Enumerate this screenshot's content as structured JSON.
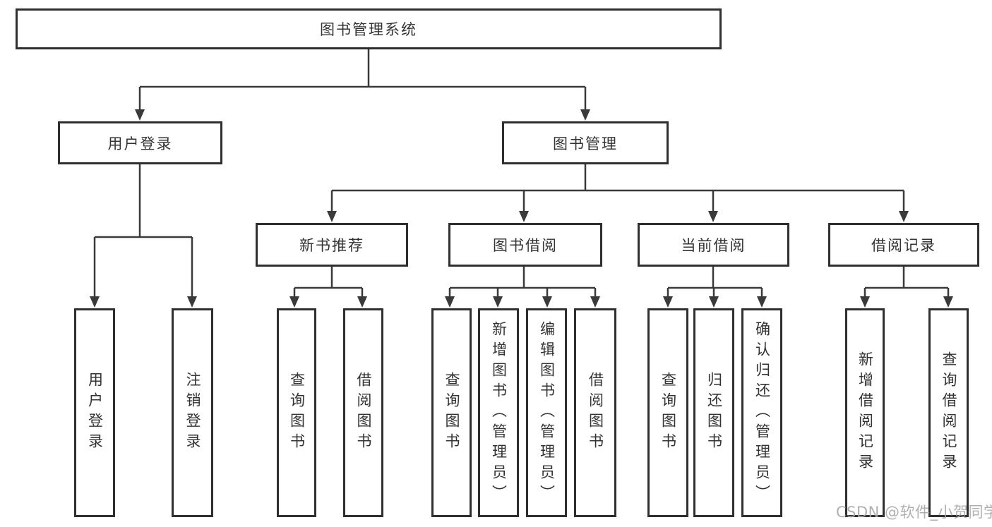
{
  "diagram": {
    "title": "图书管理系统",
    "type": "hierarchy-tree",
    "colors": {
      "line": "#3a3a3a",
      "box_border": "#2f2f2f",
      "box_fill": "#ffffff",
      "text": "#333333",
      "watermark_text": "#a8a8a8"
    },
    "watermark": "CSDN @软件_小贺同学"
  },
  "tree": {
    "label": "图书管理系统",
    "children": [
      {
        "label": "用户登录",
        "children": [
          {
            "label": "用户登录"
          },
          {
            "label": "注销登录"
          }
        ]
      },
      {
        "label": "图书管理",
        "children": [
          {
            "label": "新书推荐",
            "children": [
              {
                "label": "查询图书"
              },
              {
                "label": "借阅图书"
              }
            ]
          },
          {
            "label": "图书借阅",
            "children": [
              {
                "label": "查询图书"
              },
              {
                "label": "新增图书（管理员）"
              },
              {
                "label": "编辑图书（管理员）"
              },
              {
                "label": "借阅图书"
              }
            ]
          },
          {
            "label": "当前借阅",
            "children": [
              {
                "label": "查询图书"
              },
              {
                "label": "归还图书"
              },
              {
                "label": "确认归还（管理员）"
              }
            ]
          },
          {
            "label": "借阅记录",
            "children": [
              {
                "label": "新增借阅记录"
              },
              {
                "label": "查询借阅记录"
              }
            ]
          }
        ]
      }
    ]
  }
}
